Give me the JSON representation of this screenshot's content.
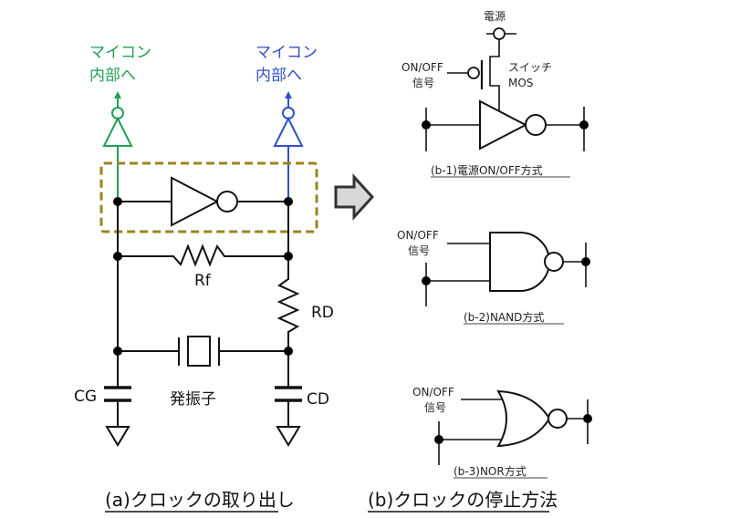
{
  "colors": {
    "green": "#1fa055",
    "blue": "#3050c8",
    "dashed_box": "#9a8420",
    "arrow_fill": "#d8d8d8",
    "arrow_stroke": "#333333",
    "line": "#111111"
  },
  "left": {
    "green_label_line1": "マイコン",
    "green_label_line2": "内部へ",
    "blue_label_line1": "マイコン",
    "blue_label_line2": "内部へ",
    "rf_label": "Rf",
    "rd_label": "RD",
    "crystal_label": "発振子",
    "cg_label": "CG",
    "cd_label": "CD",
    "caption": "(a)クロックの取り出し"
  },
  "right": {
    "b1": {
      "power_label": "電源",
      "onoff_line1": "ON/OFF",
      "onoff_line2": "信号",
      "switch_line1": "スイッチ",
      "switch_line2": "MOS",
      "caption": "(b-1)電源ON/OFF方式"
    },
    "b2": {
      "onoff_line1": "ON/OFF",
      "onoff_line2": "信号",
      "caption": "(b-2)NAND方式"
    },
    "b3": {
      "onoff_line1": "ON/OFF",
      "onoff_line2": "信号",
      "caption": "(b-3)NOR方式"
    },
    "caption": "(b)クロックの停止方法"
  }
}
